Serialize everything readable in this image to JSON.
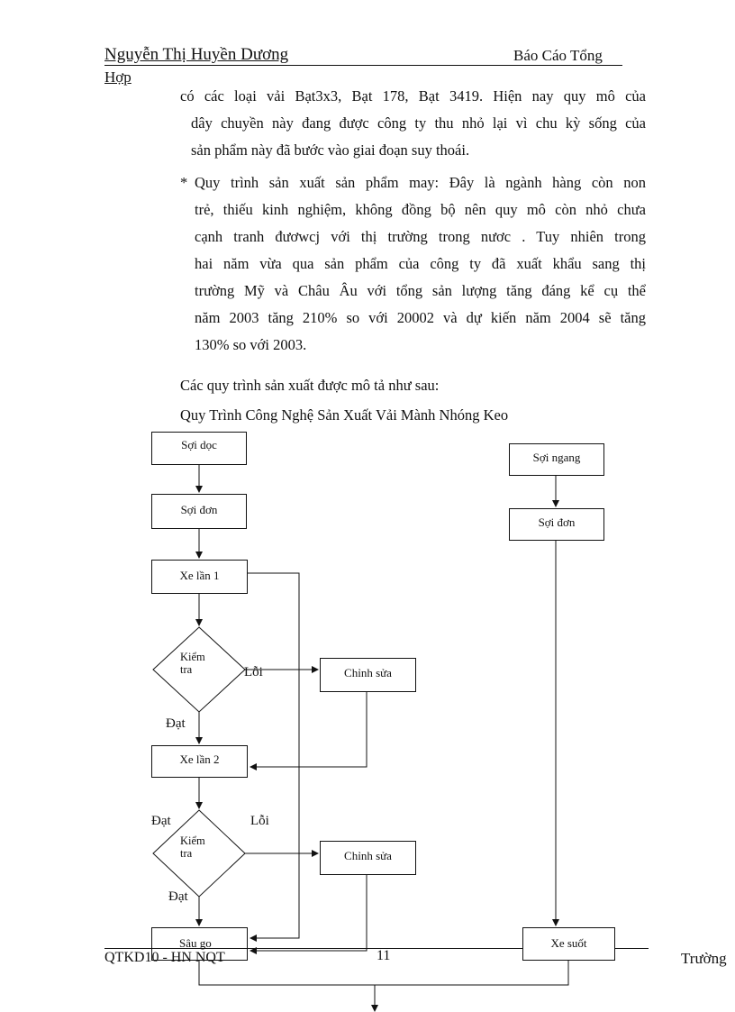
{
  "header": {
    "author": "Nguyễn Thị Huyền Dương",
    "title_part1": "Báo Cáo Tổng",
    "title_part2": "Hợp"
  },
  "body": {
    "para1_lines": [
      "có các loại vải Bạt3x3, Bạt 178, Bạt 3419. Hiện nay quy mô của",
      "dây chuyền này đang được công ty thu nhỏ lại vì chu kỳ sống của",
      "sản phẩm này đã bước vào giai  đoạn suy thoái."
    ],
    "bullet_symbol": "*",
    "para2_lines": [
      "Quy trình sản xuất sản phẩm may: Đây là ngành hàng còn non",
      "trẻ, thiếu kinh nghiệm, không đồng bộ nên quy mô còn nhỏ chưa",
      "cạnh tranh đươwcj với thị trường trong nươc . Tuy nhiên trong",
      "hai năm vừa qua sản phẩm của công ty đã xuất khẩu sang thị",
      "trường Mỹ và Châu Âu với tổng sản lượng tăng đáng kể cụ thể",
      "năm 2003 tăng 210% so với 20002 và dự kiến năm 2004 sẽ tăng",
      "130% so với 2003."
    ],
    "intro_line": "Các quy trình sản xuất được mô tả như sau:",
    "diagram_title": "Quy Trình Công Nghệ Sản Xuất Vải Mành Nhóng Keo"
  },
  "flowchart": {
    "soi_doc": "Sợi dọc",
    "soi_don_left": "Sợi đơn",
    "xe_lan_1": "Xe lần 1",
    "kiem_tra_1": [
      "Kiểm",
      "tra"
    ],
    "loi_1": "Lỗi",
    "chinh_sua_1": "Chỉnh sửa",
    "dat_1": "Đạt",
    "xe_lan_2": "Xe lần 2",
    "dat_2": "Đạt",
    "loi_2": "Lỗi",
    "kiem_tra_2": [
      "Kiểm",
      "tra"
    ],
    "chinh_sua_2": "Chỉnh sửa",
    "dat_3": "Đạt",
    "sau_go": "Sâu go",
    "soi_ngang": "Sợi ngang",
    "soi_don_right": "Sợi đơn",
    "xe_suot": "Xe suốt"
  },
  "footer": {
    "left": "QTKD10 - HN NQT",
    "page_number": "11",
    "right": "Trường"
  }
}
